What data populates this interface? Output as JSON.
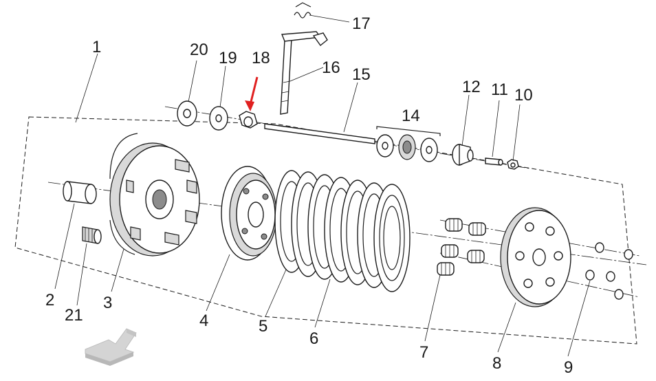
{
  "diagram": {
    "callouts": [
      {
        "id": "1",
        "label": "1"
      },
      {
        "id": "2",
        "label": "2"
      },
      {
        "id": "3",
        "label": "3"
      },
      {
        "id": "4",
        "label": "4"
      },
      {
        "id": "5",
        "label": "5"
      },
      {
        "id": "6",
        "label": "6"
      },
      {
        "id": "7",
        "label": "7"
      },
      {
        "id": "8",
        "label": "8"
      },
      {
        "id": "9",
        "label": "9"
      },
      {
        "id": "10",
        "label": "10"
      },
      {
        "id": "11",
        "label": "11"
      },
      {
        "id": "12",
        "label": "12"
      },
      {
        "id": "14",
        "label": "14"
      },
      {
        "id": "15",
        "label": "15"
      },
      {
        "id": "16",
        "label": "16"
      },
      {
        "id": "17",
        "label": "17"
      },
      {
        "id": "18",
        "label": "18"
      },
      {
        "id": "19",
        "label": "19"
      },
      {
        "id": "20",
        "label": "20"
      },
      {
        "id": "21",
        "label": "21"
      }
    ],
    "highlight": {
      "callout": "18",
      "arrow_color": "#e02020"
    },
    "colors": {
      "line": "#1a1a1a",
      "arrow_fill": "#d4d4d4",
      "highlight": "#e02020"
    }
  }
}
